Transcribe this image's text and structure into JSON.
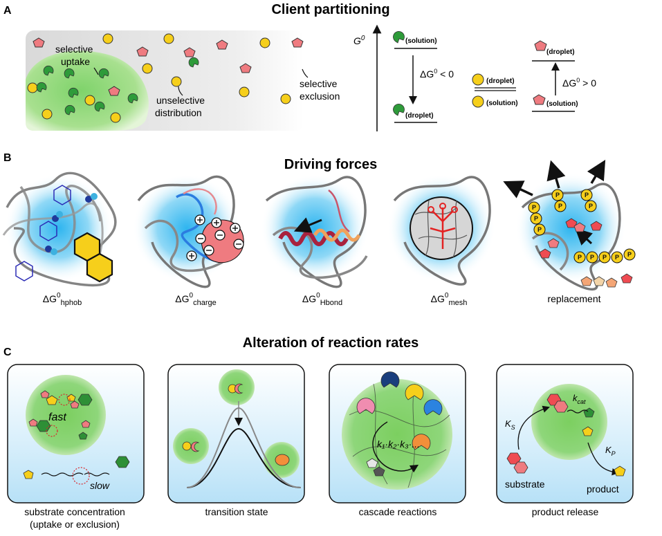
{
  "panels": {
    "a": {
      "letter": "A",
      "title": "Client partitioning",
      "labels": {
        "selective_uptake_1": "selective",
        "selective_uptake_2": "uptake",
        "unselective_1": "unselective",
        "unselective_2": "distribution",
        "exclusion_1": "selective",
        "exclusion_2": "exclusion"
      },
      "energy": {
        "axis_label": "G",
        "axis_sup": "0",
        "solution": "(solution)",
        "droplet": "(droplet)",
        "dg_neg": "ΔG",
        "dg_neg_sup": "0",
        "dg_neg_rel": " < 0",
        "dg_pos": "ΔG",
        "dg_pos_sup": "0",
        "dg_pos_rel": " > 0"
      }
    },
    "b": {
      "letter": "B",
      "title": "Driving forces",
      "captions": [
        {
          "main": "ΔG",
          "sup": "0",
          "sub": "hphob"
        },
        {
          "main": "ΔG",
          "sup": "0",
          "sub": "charge"
        },
        {
          "main": "ΔG",
          "sup": "0",
          "sub": "Hbond"
        },
        {
          "main": "ΔG",
          "sup": "0",
          "sub": "mesh"
        },
        {
          "main": "replacement",
          "sup": "",
          "sub": ""
        }
      ],
      "p_letter": "P"
    },
    "c": {
      "letter": "C",
      "title": "Alteration of reaction rates",
      "fast": "fast",
      "slow": "slow",
      "rates": "k₁·k₂·k₃·...",
      "ks": "K",
      "ks_sub": "S",
      "kcat": "k",
      "kcat_sub": "cat",
      "kp": "K",
      "kp_sub": "P",
      "substrate": "substrate",
      "product": "product",
      "captions": [
        {
          "line1": "substrate concentration",
          "line2": "(uptake or exclusion)"
        },
        {
          "line1": "transition state",
          "line2": ""
        },
        {
          "line1": "cascade reactions",
          "line2": ""
        },
        {
          "line1": "product release",
          "line2": ""
        }
      ]
    }
  },
  "colors": {
    "green": "#5cc44f",
    "yellow": "#f6cf1b",
    "red": "#ef7b80",
    "blue_glow": "#5cc8f0"
  }
}
